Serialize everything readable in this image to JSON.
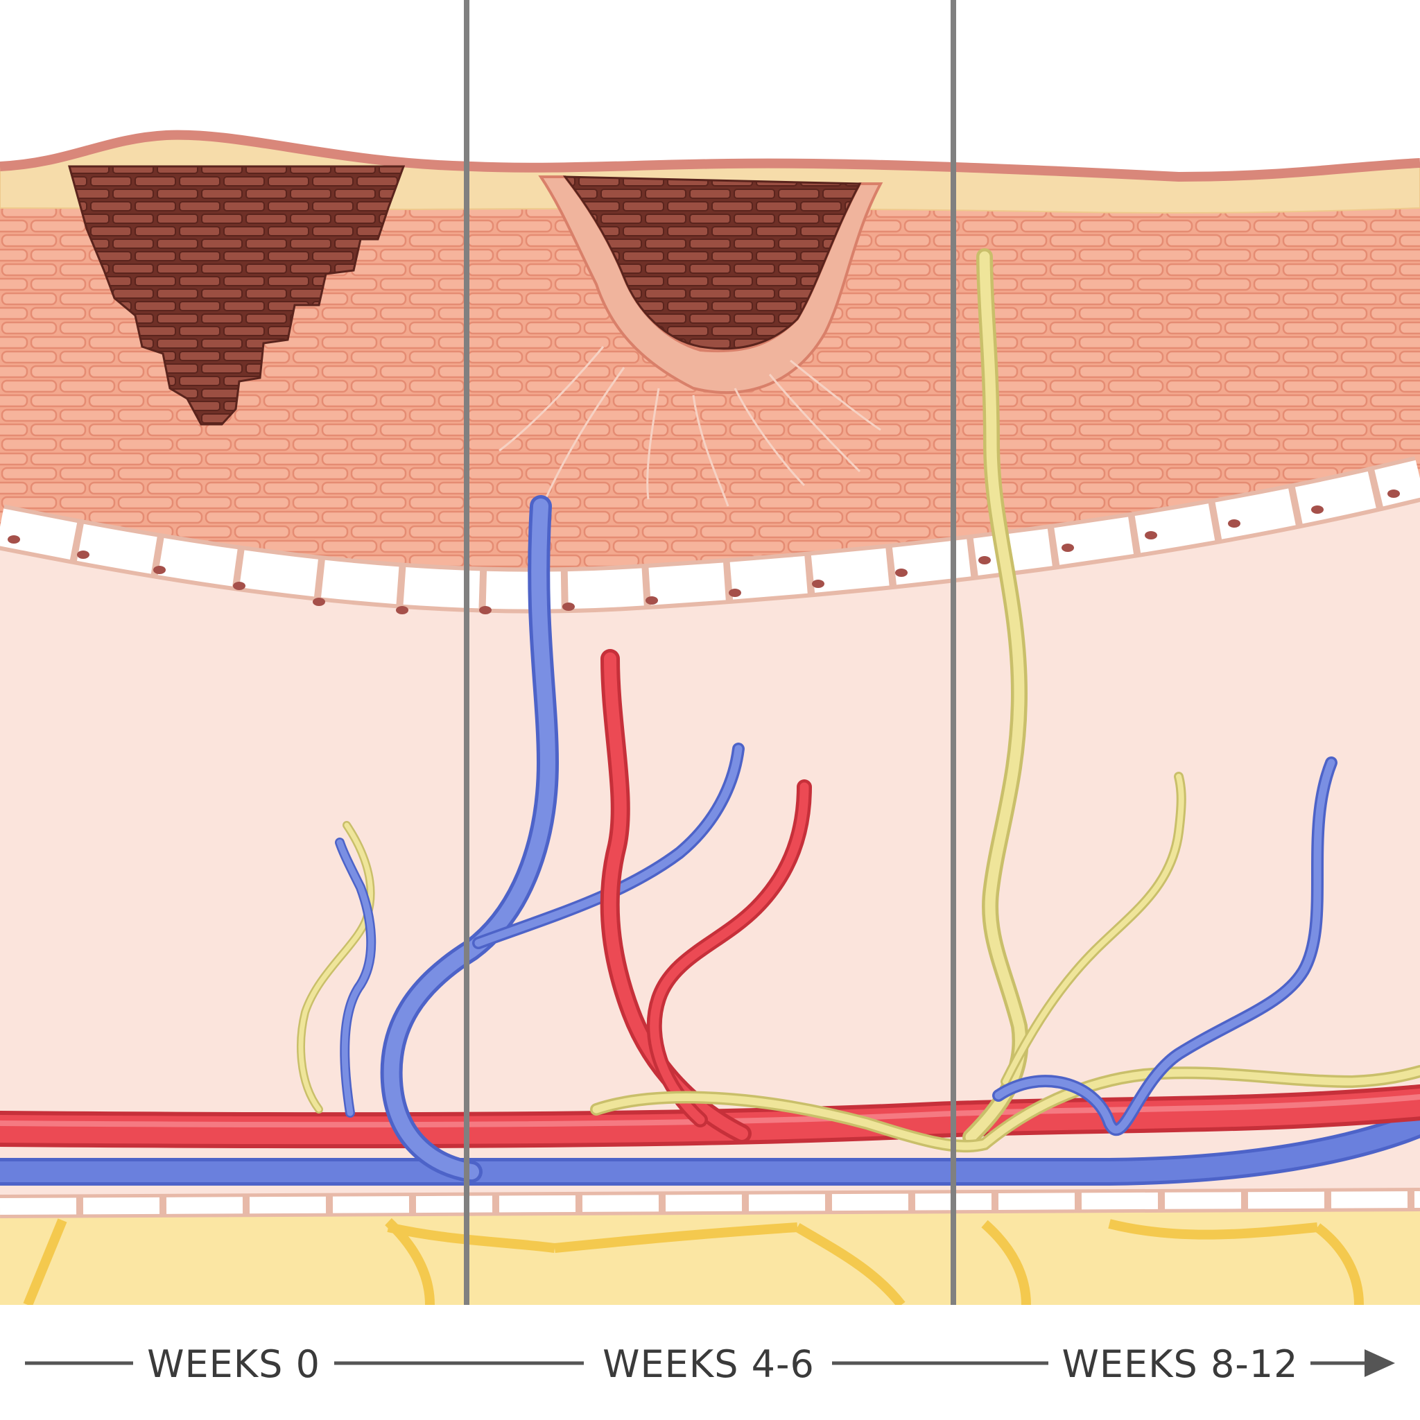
{
  "timeline": {
    "stages": [
      {
        "label": "WEEKS 0"
      },
      {
        "label": "WEEKS 4-6"
      },
      {
        "label": "WEEKS 8-12"
      }
    ],
    "arrow_color": "#555555"
  },
  "colors": {
    "background": "#ffffff",
    "epidermis_surface": "#d9877a",
    "stratum_corneum": "#f6dcaa",
    "epidermis_cells": "#f3a88e",
    "cell_outline": "#e58c73",
    "dermis": "#fbe4dc",
    "basal_cells": "#ffffff",
    "nucleus": "#a5504a",
    "scab": "#7a372e",
    "scab_brick": "#9b4f42",
    "artery": "#e8404a",
    "vein": "#6a80dd",
    "nerve": "#efe59a",
    "fat": "#fbe6a3",
    "fat_septa": "#f4c94e",
    "divider": "#808080"
  },
  "icons": [
    "arrow-right-icon"
  ]
}
